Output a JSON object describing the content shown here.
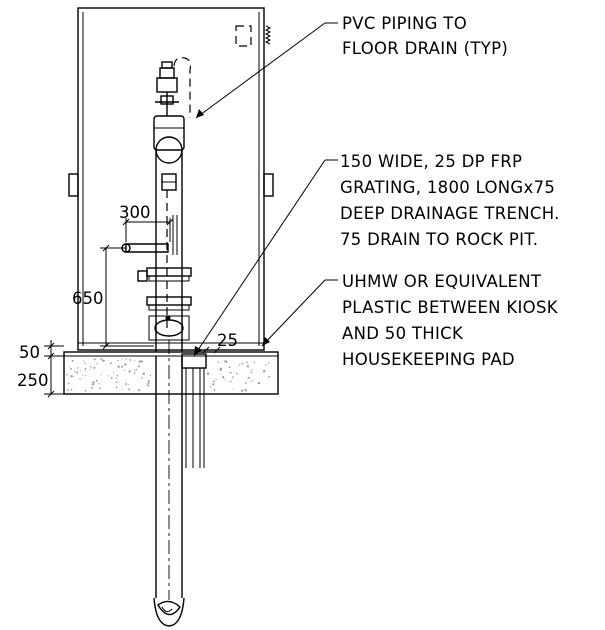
{
  "notes": {
    "pvc_piping": [
      "PVC PIPING TO",
      "FLOOR DRAIN (TYP)"
    ],
    "frp_grating": [
      "150 WIDE, 25 DP FRP",
      "GRATING, 1800 LONGx75",
      "DEEP DRAINAGE TRENCH.",
      "75 DRAIN TO ROCK PIT."
    ],
    "uhmw_plastic": [
      "UHMW OR EQUIVALENT",
      "PLASTIC BETWEEN KIOSK",
      "AND 50 THICK",
      "HOUSEKEEPING PAD"
    ]
  },
  "dimensions": {
    "d300": "300",
    "d650": "650",
    "d50": "50",
    "d250": "250",
    "d25": "25"
  }
}
